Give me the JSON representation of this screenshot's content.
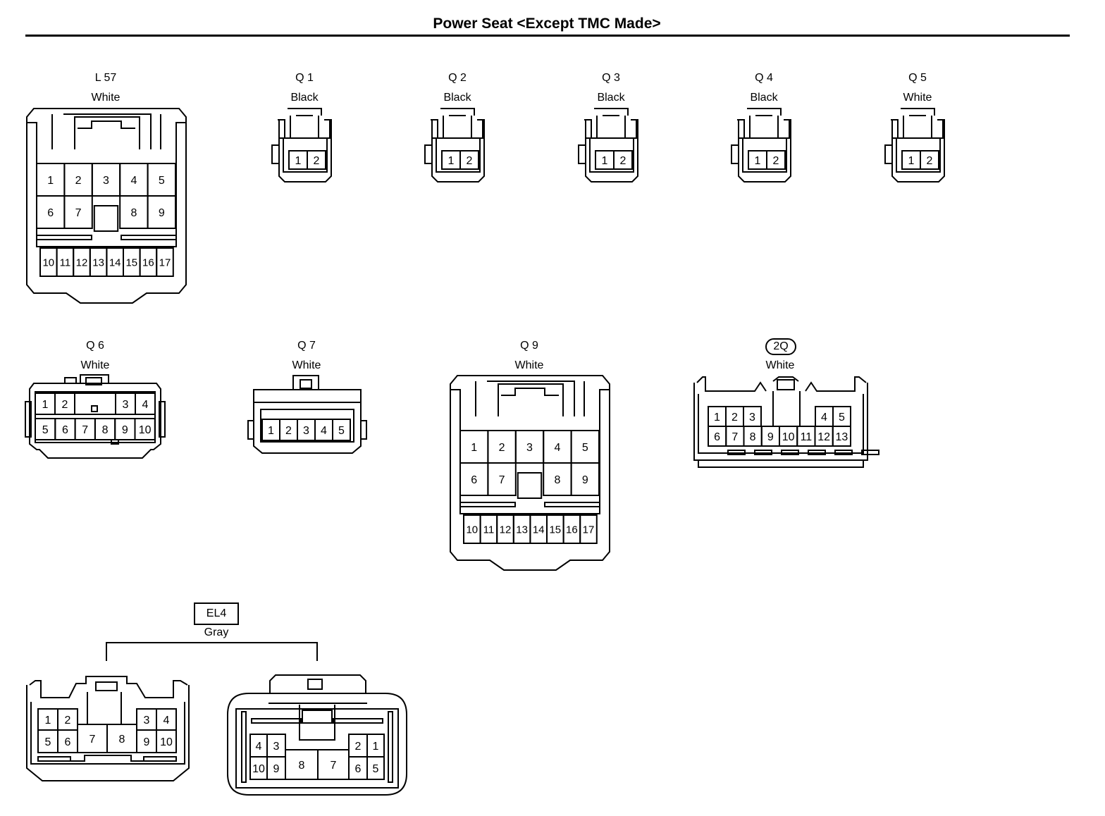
{
  "title": "Power Seat <Except TMC Made>",
  "connectors": {
    "l57": {
      "code": "L 57",
      "color": "White",
      "pins": [
        "1",
        "2",
        "3",
        "4",
        "5",
        "6",
        "7",
        "8",
        "9",
        "10",
        "11",
        "12",
        "13",
        "14",
        "15",
        "16",
        "17"
      ]
    },
    "q1": {
      "code": "Q 1",
      "color": "Black",
      "pins": [
        "1",
        "2"
      ]
    },
    "q2": {
      "code": "Q 2",
      "color": "Black",
      "pins": [
        "1",
        "2"
      ]
    },
    "q3": {
      "code": "Q 3",
      "color": "Black",
      "pins": [
        "1",
        "2"
      ]
    },
    "q4": {
      "code": "Q 4",
      "color": "Black",
      "pins": [
        "1",
        "2"
      ]
    },
    "q5": {
      "code": "Q 5",
      "color": "White",
      "pins": [
        "1",
        "2"
      ]
    },
    "q6": {
      "code": "Q 6",
      "color": "White",
      "pins": [
        "1",
        "2",
        "3",
        "4",
        "5",
        "6",
        "7",
        "8",
        "9",
        "10"
      ]
    },
    "q7": {
      "code": "Q 7",
      "color": "White",
      "pins": [
        "1",
        "2",
        "3",
        "4",
        "5"
      ]
    },
    "q9": {
      "code": "Q 9",
      "color": "White",
      "pins": [
        "1",
        "2",
        "3",
        "4",
        "5",
        "6",
        "7",
        "8",
        "9",
        "10",
        "11",
        "12",
        "13",
        "14",
        "15",
        "16",
        "17"
      ]
    },
    "c2q": {
      "code": "2Q",
      "color": "White",
      "pins": [
        "1",
        "2",
        "3",
        "4",
        "5",
        "6",
        "7",
        "8",
        "9",
        "10",
        "11",
        "12",
        "13"
      ]
    },
    "el4": {
      "code": "EL4",
      "color": "Gray",
      "male_pins": [
        "1",
        "2",
        "3",
        "4",
        "5",
        "6",
        "7",
        "8",
        "9",
        "10"
      ],
      "female_pins": [
        "4",
        "3",
        "2",
        "1",
        "10",
        "9",
        "8",
        "7",
        "6",
        "5"
      ]
    }
  }
}
